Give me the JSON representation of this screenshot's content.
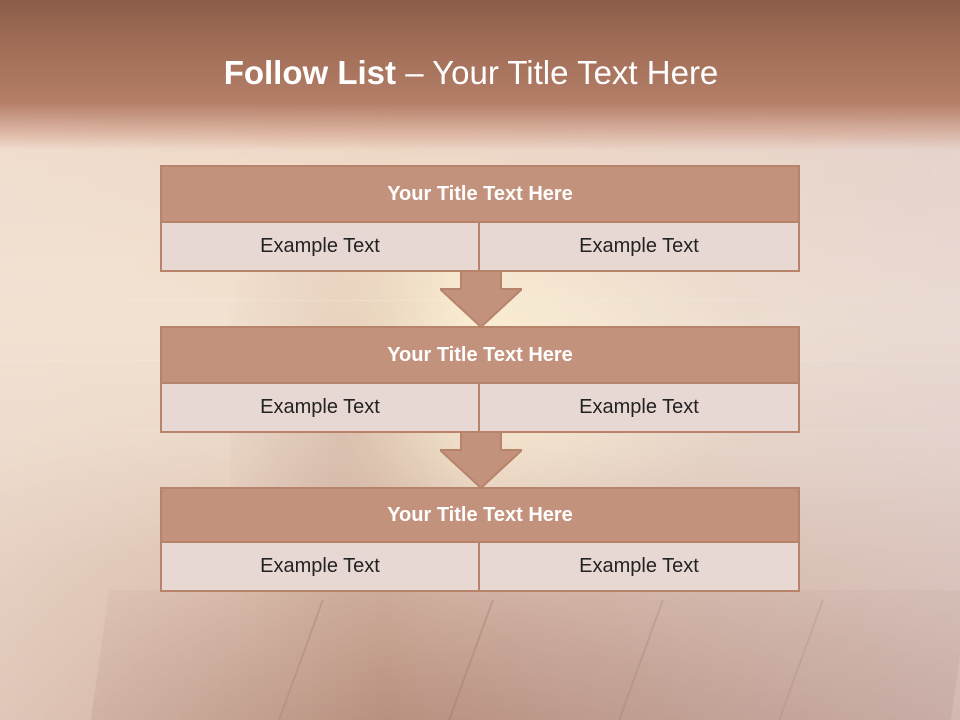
{
  "slide": {
    "title_bold": "Follow List",
    "title_rest": " – Your Title Text Here"
  },
  "blocks": [
    {
      "title": "Your Title Text Here",
      "left": "Example Text",
      "right": "Example Text"
    },
    {
      "title": "Your Title Text Here",
      "left": "Example Text",
      "right": "Example Text"
    },
    {
      "title": "Your Title Text Here",
      "left": "Example Text",
      "right": "Example Text"
    }
  ],
  "colors": {
    "header": "#a06d57",
    "box_head": "#c3927c",
    "box_border": "#b8836b",
    "cell_bg": "#e8d8d3",
    "arrow": "#c3927c"
  },
  "icons": [
    "down-arrow-icon"
  ]
}
